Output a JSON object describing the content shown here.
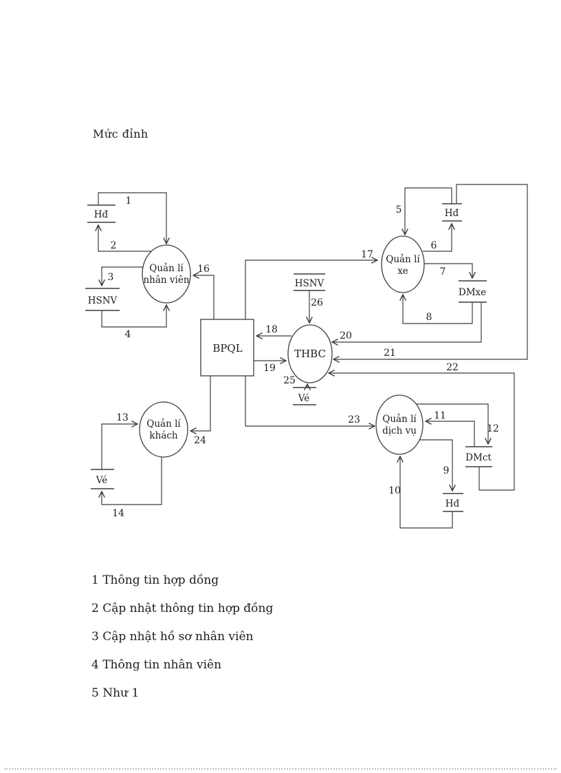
{
  "page": {
    "title": "Mức đỉnh",
    "legend": [
      "1 Thông tin hợp dồng",
      "2 Cập nhật thông tin hợp đồng",
      "3 Cập nhật hồ sơ nhân viên",
      "4 Thông tin nhân viên",
      "5 Như 1"
    ]
  },
  "diagram": {
    "external_entity": {
      "label": "BPQL"
    },
    "processes": {
      "nhan_vien": {
        "line1": "Quản lí",
        "line2": "nhân viên"
      },
      "xe": {
        "line1": "Quản lí",
        "line2": "xe"
      },
      "thbc": {
        "line1": "THBC"
      },
      "khach": {
        "line1": "Quản lí",
        "line2": "khách"
      },
      "dich_vu": {
        "line1": "Quản lí",
        "line2": "dịch vụ"
      }
    },
    "stores": {
      "hd_top_left": "Hđ",
      "hsnv_left": "HSNV",
      "ve_left": "Vé",
      "hsnv_center": "HSNV",
      "ve_center": "Vé",
      "hd_top_right": "Hđ",
      "dmxe": "DMxe",
      "dmct": "DMct",
      "hd_bottom_right": "Hđ"
    },
    "flows": {
      "f1": "1",
      "f2": "2",
      "f3": "3",
      "f4": "4",
      "f5": "5",
      "f6": "6",
      "f7": "7",
      "f8": "8",
      "f9": "9",
      "f10": "10",
      "f11": "11",
      "f12": "12",
      "f13": "13",
      "f14": "14",
      "f16": "16",
      "f17": "17",
      "f18": "18",
      "f19": "19",
      "f20": "20",
      "f21": "21",
      "f22": "22",
      "f23": "23",
      "f24": "24",
      "f25": "25",
      "f26": "26"
    },
    "line_color": "#3c3c3c"
  }
}
